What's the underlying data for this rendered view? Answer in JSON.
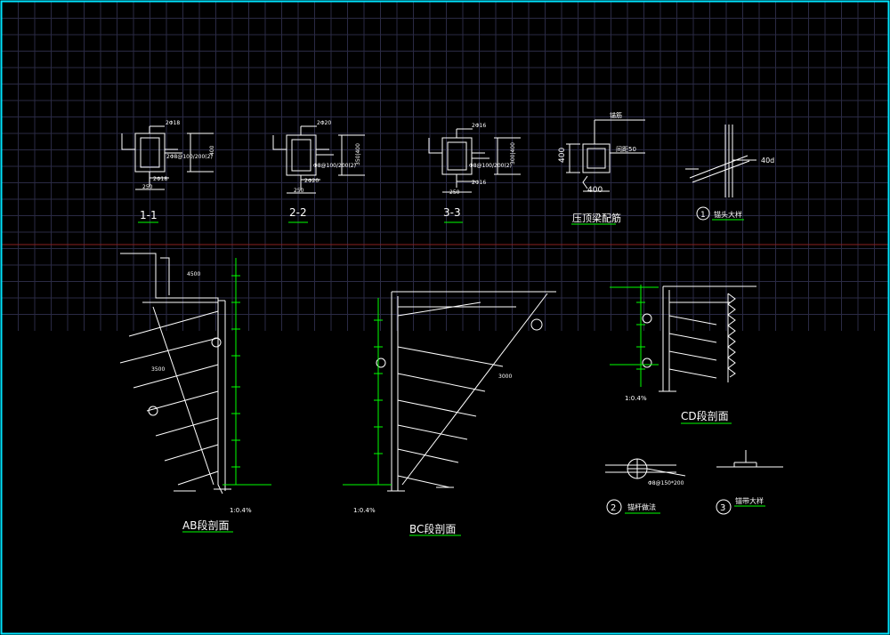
{
  "colors": {
    "background": "#000000",
    "frame": "#00e5ff",
    "grid": "#2a2a44",
    "gridMajor": "#33334f",
    "redLine": "#8a1f1f",
    "white": "#ffffff",
    "green": "#00ff00",
    "red": "#ff3030"
  },
  "sections_top": {
    "s1": {
      "label": "1-1",
      "dim_top": "2Φ18",
      "dim_side": "2Φ8@100/200(2)",
      "dim_h": "400",
      "dim_bottom": "2Φ18",
      "dim_w": "250"
    },
    "s2": {
      "label": "2-2",
      "dim_top": "2Φ20",
      "dim_side": "Φ8@100/200(2)",
      "dim_h": "350|400",
      "dim_bottom": "2Φ20",
      "dim_w": "250"
    },
    "s3": {
      "label": "3-3",
      "dim_top": "2Φ16",
      "dim_side": "Φ8@100/200(2)",
      "dim_h": "300|400",
      "dim_bottom": "2Φ16",
      "dim_w": "250"
    },
    "s4": {
      "label": "压顶梁配筋",
      "dim_h": "400",
      "dim_w": "400",
      "note_top": "锚筋",
      "note_side": "间距50"
    },
    "s5": {
      "label": "锚头大样",
      "num": "1",
      "note_right": "40d"
    }
  },
  "profiles": {
    "ab": {
      "title": "AB段剖面",
      "note_bottom": "1:0.4%",
      "dim1": "3500",
      "dim2": "4500"
    },
    "bc": {
      "title": "BC段剖面",
      "note_bottom": "1:0.4%",
      "dim1": "3000"
    },
    "cd": {
      "title": "CD段剖面",
      "note_bottom": "1:0.4%"
    }
  },
  "details": {
    "d2": {
      "num": "2",
      "label": "锚杆做法",
      "note": "Φ8@150*200"
    },
    "d3": {
      "num": "3",
      "label": "锚带大样"
    }
  }
}
